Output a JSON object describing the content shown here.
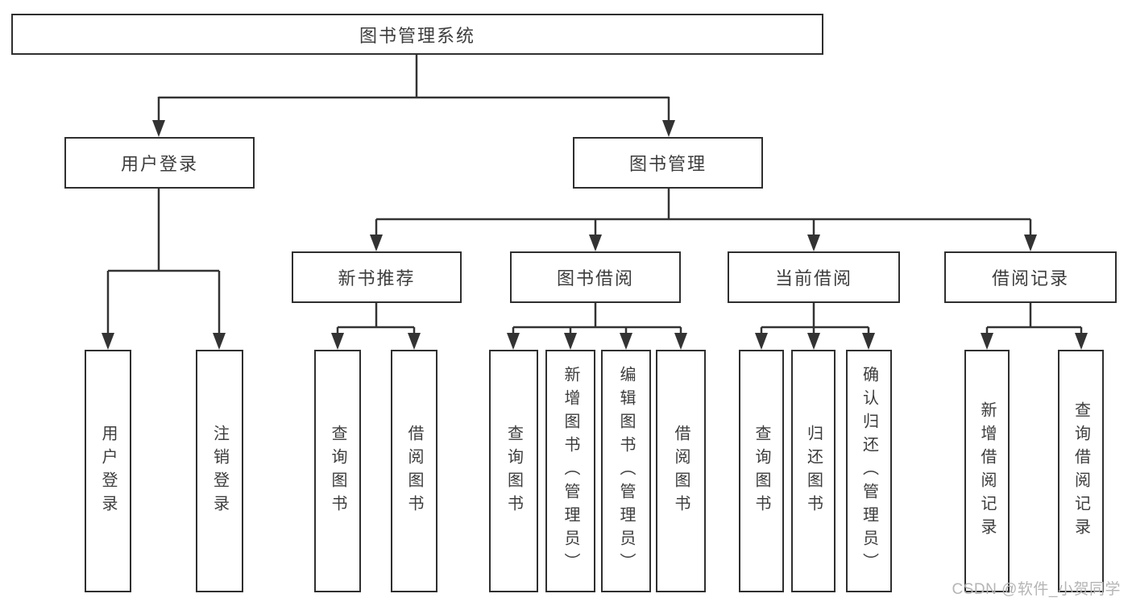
{
  "diagram": {
    "nodes": {
      "root": "图书管理系统",
      "user_login": "用户登录",
      "book_management": "图书管理",
      "new_book_recommend": "新书推荐",
      "book_borrow": "图书借阅",
      "current_borrow": "当前借阅",
      "borrow_records": "借阅记录",
      "leaf_user_login": "用户登录",
      "leaf_logout": "注销登录",
      "leaf_nb_query_books": "查询图书",
      "leaf_nb_borrow_books": "借阅图书",
      "leaf_bb_query_books": "查询图书",
      "leaf_bb_add_books_admin": "新增图书（管理员）",
      "leaf_bb_edit_books_admin": "编辑图书（管理员）",
      "leaf_bb_borrow_books": "借阅图书",
      "leaf_cb_query_books": "查询图书",
      "leaf_cb_return_books": "归还图书",
      "leaf_cb_confirm_return_admin": "确认归还（管理员）",
      "leaf_br_add_record": "新增借阅记录",
      "leaf_br_query_record": "查询借阅记录"
    },
    "watermark": "CSDN @软件_小贺同学",
    "colors": {
      "line": "#333333",
      "box_border": "#2f2f2f",
      "text": "#3d3d3d",
      "watermark": "#b5b5b5",
      "background": "#ffffff"
    }
  }
}
